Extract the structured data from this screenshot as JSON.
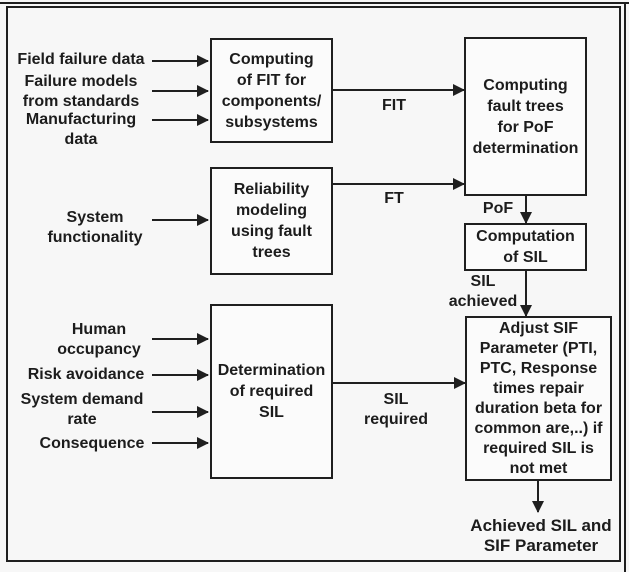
{
  "colors": {
    "line": "#1f1f1f",
    "background": "#f7f7f7",
    "box_fill": "#fbfbfb",
    "text": "#1c1c1c"
  },
  "inputs_top": [
    {
      "label": "Field failure data"
    },
    {
      "label": "Failure models\nfrom standards"
    },
    {
      "label": "Manufacturing\ndata"
    },
    {
      "label": "System\nfunctionality"
    }
  ],
  "inputs_bottom": [
    {
      "label": "Human\noccupancy"
    },
    {
      "label": "Risk avoidance"
    },
    {
      "label": "System demand\nrate"
    },
    {
      "label": "Consequence"
    }
  ],
  "boxes": {
    "fit": "Computing\nof FIT for\ncomponents/\nsubsystems",
    "reliability": "Reliability\nmodeling\nusing fault\ntrees",
    "fault_trees": "Computing\nfault trees\nfor PoF\ndetermination",
    "sil_computation": "Computation\nof SIL",
    "determination": "Determination\nof required\nSIL",
    "adjust_sif": "Adjust SIF\nParameter (PTI,\nPTC, Response\ntimes repair\nduration beta for\ncommon are,..) if\nrequired SIL is\nnot met"
  },
  "edge_labels": {
    "fit": "FIT",
    "ft": "FT",
    "pof": "PoF",
    "sil_achieved": "SIL\nachieved",
    "sil_required": "SIL\nrequired"
  },
  "output_label": "Achieved SIL and\nSIF Parameter"
}
